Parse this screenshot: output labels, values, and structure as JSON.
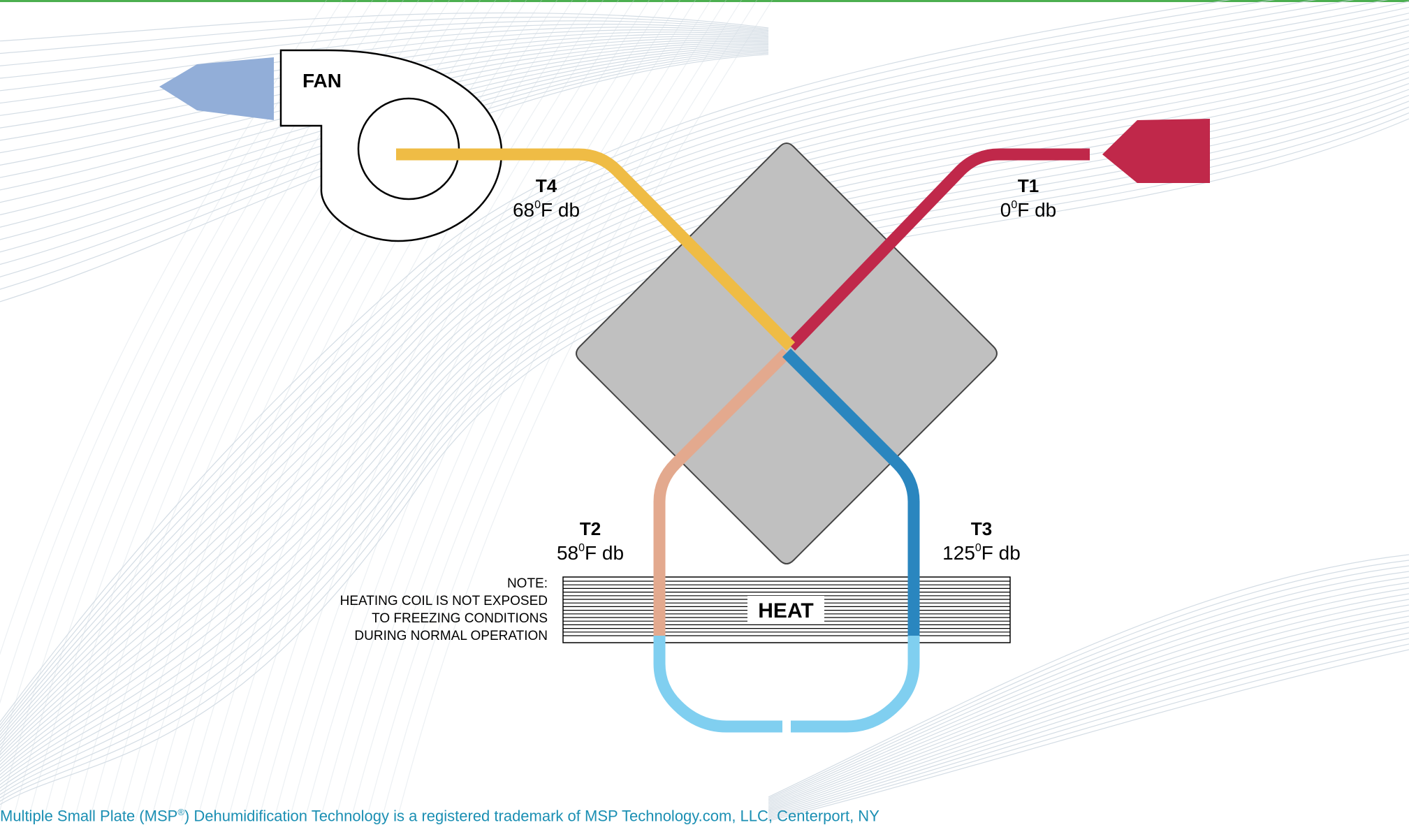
{
  "fan_label": "FAN",
  "heat_label": "HEAT",
  "temps": {
    "t1": {
      "name": "T1",
      "value": "0",
      "unit": "F db"
    },
    "t2": {
      "name": "T2",
      "value": "58",
      "unit": "F db"
    },
    "t3": {
      "name": "T3",
      "value": "125",
      "unit": "F db"
    },
    "t4": {
      "name": "T4",
      "value": "68",
      "unit": "F db"
    }
  },
  "degree_symbol": "0",
  "note": [
    "NOTE:",
    "HEATING COIL IS NOT EXPOSED",
    "TO FREEZING CONDITIONS",
    "DURING NORMAL OPERATION"
  ],
  "footer": {
    "prefix": "Multiple Small Plate (MSP",
    "mark": "®",
    "suffix": ") Dehumidification Technology is a registered trademark of MSP Technology.com, LLC, Centerport, NY"
  },
  "colors": {
    "accent_top": "#4caf50",
    "outdoor_air": "#c0284a",
    "supply_air": "#efbc45",
    "preheated_air": "#e3a98e",
    "exhaust_heated": "#2a86bf",
    "coil_loop": "#80cff0",
    "exhaust_arrow": "#92aed8",
    "plate": "#c0c0c0",
    "footer_text": "#1b8fb3"
  }
}
